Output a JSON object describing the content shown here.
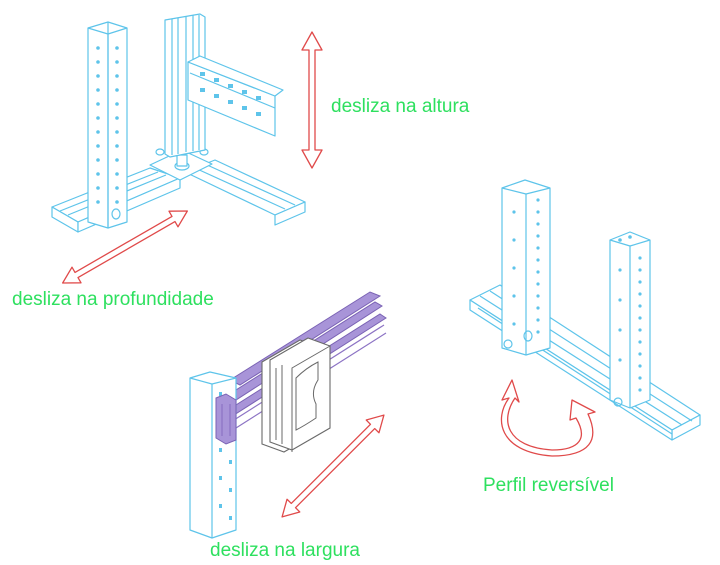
{
  "labels": {
    "altura": "desliza na altura",
    "profundidade": "desliza na profundidade",
    "largura": "desliza na largura",
    "perfil": "Perfil reversível"
  },
  "colors": {
    "label_text": "#2ee05f",
    "arrow": "#e04a4a",
    "profile_line": "#5ec4ea",
    "rail_purple": "#8c73c4",
    "fixture_gray": "#6a6a6a"
  }
}
